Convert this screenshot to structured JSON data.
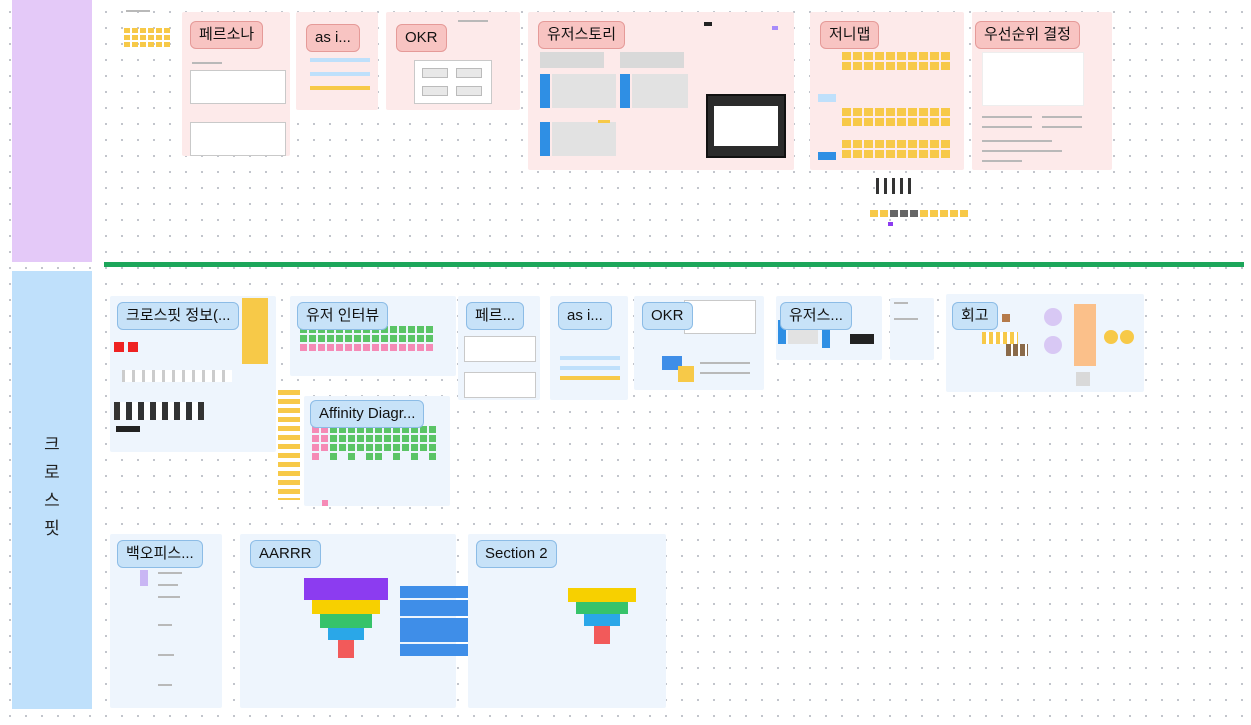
{
  "lanes": [
    {
      "id": "top",
      "label": "",
      "color": "#e4c9f8"
    },
    {
      "id": "crossfit",
      "label": "크로스핏",
      "color": "#bfe0fb"
    }
  ],
  "divider_color": "#1ca65a",
  "top_sections": {
    "persona": "페르소나",
    "asis": "as i...",
    "okr": "OKR",
    "userstory": "유저스토리",
    "journeymap": "저니맵",
    "priority": "우선순위 결정"
  },
  "crossfit_sections": {
    "info": "크로스핏 정보(...",
    "interview": "유저 인터뷰",
    "persona": "페르...",
    "asis": "as i...",
    "okr": "OKR",
    "userstory": "유저스...",
    "retro": "회고",
    "affinity": "Affinity Diagr...",
    "backoffice": "백오피스...",
    "aarrr": "AARRR",
    "section2": "Section 2"
  },
  "colors": {
    "sticky_yellow": "#f7c948",
    "sticky_pink": "#f58ab6",
    "sticky_green": "#5bc466",
    "funnel_purple": "#8c3cf0",
    "funnel_yellow": "#f7d000",
    "funnel_green": "#36c36a",
    "funnel_blue": "#2aa7e8",
    "funnel_red": "#f25a5a"
  }
}
